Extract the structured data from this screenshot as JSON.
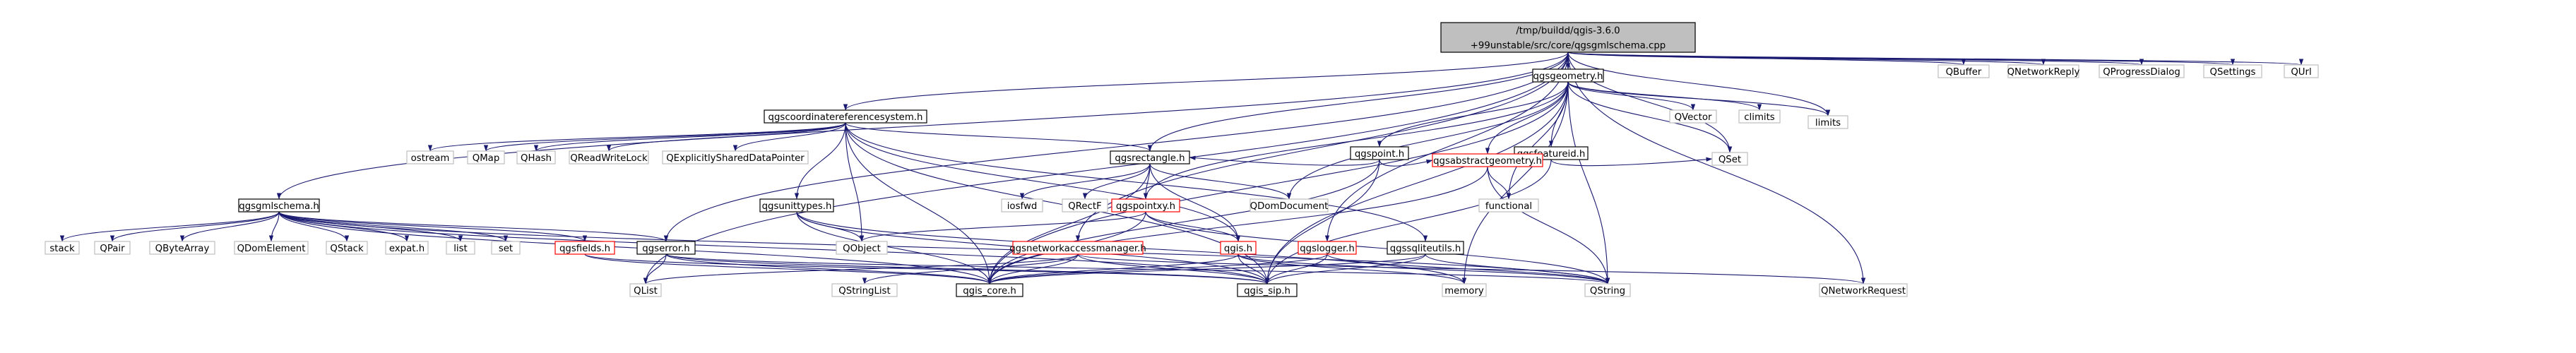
{
  "graph": {
    "nodes": [
      {
        "id": "root",
        "lines": [
          "/tmp/buildd/qgis-3.6.0",
          "+99unstable/src/core/qgsgmlschema.cpp"
        ],
        "kind": "root"
      },
      {
        "id": "qgsgeometry_h",
        "lines": [
          "qgsgeometry.h"
        ],
        "kind": "normal"
      },
      {
        "id": "qgscrs_h",
        "lines": [
          "qgscoordinatereferencesystem.h"
        ],
        "kind": "normal"
      },
      {
        "id": "qgsgmlschema_h",
        "lines": [
          "qgsgmlschema.h"
        ],
        "kind": "normal"
      },
      {
        "id": "qgspoint_h",
        "lines": [
          "qgspoint.h"
        ],
        "kind": "normal"
      },
      {
        "id": "qgsfeatureid_h",
        "lines": [
          "qgsfeatureid.h"
        ],
        "kind": "normal"
      },
      {
        "id": "qgsrectangle_h",
        "lines": [
          "qgsrectangle.h"
        ],
        "kind": "normal"
      },
      {
        "id": "qgsabstractgeometry_h",
        "lines": [
          "qgsabstractgeometry.h"
        ],
        "kind": "truncated"
      },
      {
        "id": "qgspointxy_h",
        "lines": [
          "qgspointxy.h"
        ],
        "kind": "truncated"
      },
      {
        "id": "qgsunittypes_h",
        "lines": [
          "qgsunittypes.h"
        ],
        "kind": "normal"
      },
      {
        "id": "qgsnetworkaccessmanager_h",
        "lines": [
          "qgsnetworkaccessmanager.h"
        ],
        "kind": "truncated"
      },
      {
        "id": "qgis_h",
        "lines": [
          "qgis.h"
        ],
        "kind": "truncated"
      },
      {
        "id": "qgslogger_h",
        "lines": [
          "qgslogger.h"
        ],
        "kind": "truncated"
      },
      {
        "id": "qgssqliteutils_h",
        "lines": [
          "qgssqliteutils.h"
        ],
        "kind": "normal"
      },
      {
        "id": "qgsfields_h",
        "lines": [
          "qgsfields.h"
        ],
        "kind": "truncated"
      },
      {
        "id": "qgserror_h",
        "lines": [
          "qgserror.h"
        ],
        "kind": "normal"
      },
      {
        "id": "qgis_core_h",
        "lines": [
          "qgis_core.h"
        ],
        "kind": "normal"
      },
      {
        "id": "qgis_sip_h",
        "lines": [
          "qgis_sip.h"
        ],
        "kind": "normal"
      },
      {
        "id": "QList",
        "lines": [
          "QList"
        ],
        "kind": "external"
      },
      {
        "id": "QBuffer",
        "lines": [
          "QBuffer"
        ],
        "kind": "external"
      },
      {
        "id": "QNetworkReply",
        "lines": [
          "QNetworkReply"
        ],
        "kind": "external"
      },
      {
        "id": "QProgressDialog",
        "lines": [
          "QProgressDialog"
        ],
        "kind": "external"
      },
      {
        "id": "QSettings",
        "lines": [
          "QSettings"
        ],
        "kind": "external"
      },
      {
        "id": "QUrl",
        "lines": [
          "QUrl"
        ],
        "kind": "external"
      },
      {
        "id": "limits",
        "lines": [
          "limits"
        ],
        "kind": "external"
      },
      {
        "id": "QSet",
        "lines": [
          "QSet"
        ],
        "kind": "external"
      },
      {
        "id": "QVector",
        "lines": [
          "QVector"
        ],
        "kind": "external"
      },
      {
        "id": "climits",
        "lines": [
          "climits"
        ],
        "kind": "external"
      },
      {
        "id": "QDomDocument",
        "lines": [
          "QDomDocument"
        ],
        "kind": "external"
      },
      {
        "id": "functional",
        "lines": [
          "functional"
        ],
        "kind": "external"
      },
      {
        "id": "ostream",
        "lines": [
          "ostream"
        ],
        "kind": "external"
      },
      {
        "id": "QMap",
        "lines": [
          "QMap"
        ],
        "kind": "external"
      },
      {
        "id": "QHash",
        "lines": [
          "QHash"
        ],
        "kind": "external"
      },
      {
        "id": "QReadWriteLock",
        "lines": [
          "QReadWriteLock"
        ],
        "kind": "external"
      },
      {
        "id": "QExplicitlySharedDataPointer",
        "lines": [
          "QExplicitlySharedDataPointer"
        ],
        "kind": "external"
      },
      {
        "id": "iosfwd",
        "lines": [
          "iosfwd"
        ],
        "kind": "external"
      },
      {
        "id": "QRectF",
        "lines": [
          "QRectF"
        ],
        "kind": "external"
      },
      {
        "id": "QObject",
        "lines": [
          "QObject"
        ],
        "kind": "external"
      },
      {
        "id": "QString",
        "lines": [
          "QString"
        ],
        "kind": "external"
      },
      {
        "id": "memory",
        "lines": [
          "memory"
        ],
        "kind": "external"
      },
      {
        "id": "QStringList",
        "lines": [
          "QStringList"
        ],
        "kind": "external"
      },
      {
        "id": "QNetworkRequest",
        "lines": [
          "QNetworkRequest"
        ],
        "kind": "external"
      },
      {
        "id": "stack",
        "lines": [
          "stack"
        ],
        "kind": "external"
      },
      {
        "id": "QPair",
        "lines": [
          "QPair"
        ],
        "kind": "external"
      },
      {
        "id": "QByteArray",
        "lines": [
          "QByteArray"
        ],
        "kind": "external"
      },
      {
        "id": "QDomElement",
        "lines": [
          "QDomElement"
        ],
        "kind": "external"
      },
      {
        "id": "QStack",
        "lines": [
          "QStack"
        ],
        "kind": "external"
      },
      {
        "id": "expat_h",
        "lines": [
          "expat.h"
        ],
        "kind": "external"
      },
      {
        "id": "list",
        "lines": [
          "list"
        ],
        "kind": "external"
      },
      {
        "id": "set",
        "lines": [
          "set"
        ],
        "kind": "external"
      }
    ],
    "edges": [
      [
        "root",
        "qgsgeometry_h"
      ],
      [
        "root",
        "qgscrs_h"
      ],
      [
        "root",
        "qgsgmlschema_h"
      ],
      [
        "root",
        "QList"
      ],
      [
        "root",
        "QBuffer"
      ],
      [
        "root",
        "QNetworkReply"
      ],
      [
        "root",
        "QProgressDialog"
      ],
      [
        "root",
        "QSettings"
      ],
      [
        "root",
        "QUrl"
      ],
      [
        "root",
        "limits"
      ],
      [
        "root",
        "QSet"
      ],
      [
        "root",
        "qgsrectangle_h"
      ],
      [
        "root",
        "qgsnetworkaccessmanager_h"
      ],
      [
        "root",
        "qgserror_h"
      ],
      [
        "root",
        "qgslogger_h"
      ],
      [
        "root",
        "QNetworkRequest"
      ],
      [
        "qgsgeometry_h",
        "qgspoint_h"
      ],
      [
        "qgsgeometry_h",
        "qgsfeatureid_h"
      ],
      [
        "qgsgeometry_h",
        "QVector"
      ],
      [
        "qgsgeometry_h",
        "climits"
      ],
      [
        "qgsgeometry_h",
        "limits"
      ],
      [
        "qgsgeometry_h",
        "QSet"
      ],
      [
        "qgsgeometry_h",
        "QDomDocument"
      ],
      [
        "qgsgeometry_h",
        "functional"
      ],
      [
        "qgsgeometry_h",
        "qgsabstractgeometry_h"
      ],
      [
        "qgsgeometry_h",
        "qgspointxy_h"
      ],
      [
        "qgsgeometry_h",
        "qgis_core_h"
      ],
      [
        "qgsgeometry_h",
        "qgis_sip_h"
      ],
      [
        "qgsgeometry_h",
        "memory"
      ],
      [
        "qgsgeometry_h",
        "QString"
      ],
      [
        "qgspoint_h",
        "qgsrectangle_h"
      ],
      [
        "qgspoint_h",
        "qgsabstractgeometry_h"
      ],
      [
        "qgspoint_h",
        "qgis_core_h"
      ],
      [
        "qgspoint_h",
        "qgis_sip_h"
      ],
      [
        "qgsfeatureid_h",
        "QSet"
      ],
      [
        "qgsfeatureid_h",
        "qgis_sip_h"
      ],
      [
        "qgsabstractgeometry_h",
        "functional"
      ],
      [
        "qgsabstractgeometry_h",
        "QString"
      ],
      [
        "qgsabstractgeometry_h",
        "qgis_core_h"
      ],
      [
        "qgscrs_h",
        "ostream"
      ],
      [
        "qgscrs_h",
        "QMap"
      ],
      [
        "qgscrs_h",
        "QHash"
      ],
      [
        "qgscrs_h",
        "QReadWriteLock"
      ],
      [
        "qgscrs_h",
        "QExplicitlySharedDataPointer"
      ],
      [
        "qgscrs_h",
        "qgsrectangle_h"
      ],
      [
        "qgscrs_h",
        "qgsunittypes_h"
      ],
      [
        "qgscrs_h",
        "QObject"
      ],
      [
        "qgscrs_h",
        "qgis_core_h"
      ],
      [
        "qgscrs_h",
        "qgis_sip_h"
      ],
      [
        "qgscrs_h",
        "qgis_h"
      ],
      [
        "qgscrs_h",
        "qgssqliteutils_h"
      ],
      [
        "qgsrectangle_h",
        "iosfwd"
      ],
      [
        "qgsrectangle_h",
        "QRectF"
      ],
      [
        "qgsrectangle_h",
        "QDomDocument"
      ],
      [
        "qgsrectangle_h",
        "qgspointxy_h"
      ],
      [
        "qgsrectangle_h",
        "qgis_core_h"
      ],
      [
        "qgsrectangle_h",
        "qgis_h"
      ],
      [
        "qgspointxy_h",
        "QObject"
      ],
      [
        "qgspointxy_h",
        "QString"
      ],
      [
        "qgspointxy_h",
        "qgis_core_h"
      ],
      [
        "qgspointxy_h",
        "qgis_h"
      ],
      [
        "qgsunittypes_h",
        "QObject"
      ],
      [
        "qgsunittypes_h",
        "qgis_core_h"
      ],
      [
        "qgsunittypes_h",
        "qgis_sip_h"
      ],
      [
        "qgsunittypes_h",
        "memory"
      ],
      [
        "qgsnetworkaccessmanager_h",
        "QList"
      ],
      [
        "qgsnetworkaccessmanager_h",
        "QStringList"
      ],
      [
        "qgsnetworkaccessmanager_h",
        "qgis_core_h"
      ],
      [
        "qgsnetworkaccessmanager_h",
        "qgis_sip_h"
      ],
      [
        "qgsnetworkaccessmanager_h",
        "QNetworkRequest"
      ],
      [
        "qgis_h",
        "qgis_core_h"
      ],
      [
        "qgis_h",
        "qgis_sip_h"
      ],
      [
        "qgis_h",
        "memory"
      ],
      [
        "qgis_h",
        "QString"
      ],
      [
        "qgslogger_h",
        "qgis_core_h"
      ],
      [
        "qgslogger_h",
        "qgis_sip_h"
      ],
      [
        "qgslogger_h",
        "QString"
      ],
      [
        "qgssqliteutils_h",
        "qgis_core_h"
      ],
      [
        "qgssqliteutils_h",
        "qgis_sip_h"
      ],
      [
        "qgssqliteutils_h",
        "QString"
      ],
      [
        "qgsgmlschema_h",
        "stack"
      ],
      [
        "qgsgmlschema_h",
        "QPair"
      ],
      [
        "qgsgmlschema_h",
        "QByteArray"
      ],
      [
        "qgsgmlschema_h",
        "QDomElement"
      ],
      [
        "qgsgmlschema_h",
        "QStack"
      ],
      [
        "qgsgmlschema_h",
        "expat_h"
      ],
      [
        "qgsgmlschema_h",
        "list"
      ],
      [
        "qgsgmlschema_h",
        "set"
      ],
      [
        "qgsgmlschema_h",
        "qgsfields_h"
      ],
      [
        "qgsgmlschema_h",
        "qgserror_h"
      ],
      [
        "qgsgmlschema_h",
        "qgis_core_h"
      ],
      [
        "qgsgmlschema_h",
        "qgis_sip_h"
      ],
      [
        "qgsgmlschema_h",
        "QString"
      ],
      [
        "qgsfields_h",
        "qgis_core_h"
      ],
      [
        "qgsfields_h",
        "qgis_sip_h"
      ],
      [
        "qgserror_h",
        "QList"
      ],
      [
        "qgserror_h",
        "qgis_core_h"
      ],
      [
        "qgserror_h",
        "qgis_sip_h"
      ],
      [
        "qgserror_h",
        "QString"
      ]
    ]
  }
}
